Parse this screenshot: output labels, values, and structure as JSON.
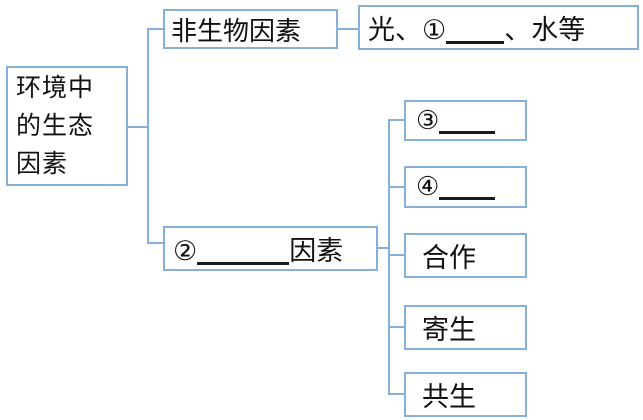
{
  "diagram": {
    "title": "环境中的生态因素 概念图",
    "style": {
      "border_color": "#86b0d8",
      "background": "#ffffff",
      "text_color": "#111111",
      "blank_rule_color": "#1a1a1a"
    },
    "root": {
      "label": "环境中\n的生态\n因素",
      "name": "root-node"
    },
    "branches": [
      {
        "name": "abiotic",
        "label": "非生物因素",
        "children": [
          {
            "name": "abiotic-list",
            "label_parts": {
              "before": "光、",
              "marker": "①",
              "blank": "",
              "after": "、水等"
            },
            "label_plain": "光、①____、水等"
          }
        ]
      },
      {
        "name": "biotic",
        "label_parts": {
          "marker": "②",
          "blank": "",
          "after": "因素"
        },
        "label_plain": "②______因素",
        "children": [
          {
            "name": "biotic-blank-3",
            "marker": "③",
            "label_plain": "③____"
          },
          {
            "name": "biotic-blank-4",
            "marker": "④",
            "label_plain": "④____"
          },
          {
            "name": "biotic-cooperation",
            "label": "合作"
          },
          {
            "name": "biotic-parasitism",
            "label": "寄生"
          },
          {
            "name": "biotic-symbiosis",
            "label": "共生"
          }
        ]
      }
    ]
  }
}
